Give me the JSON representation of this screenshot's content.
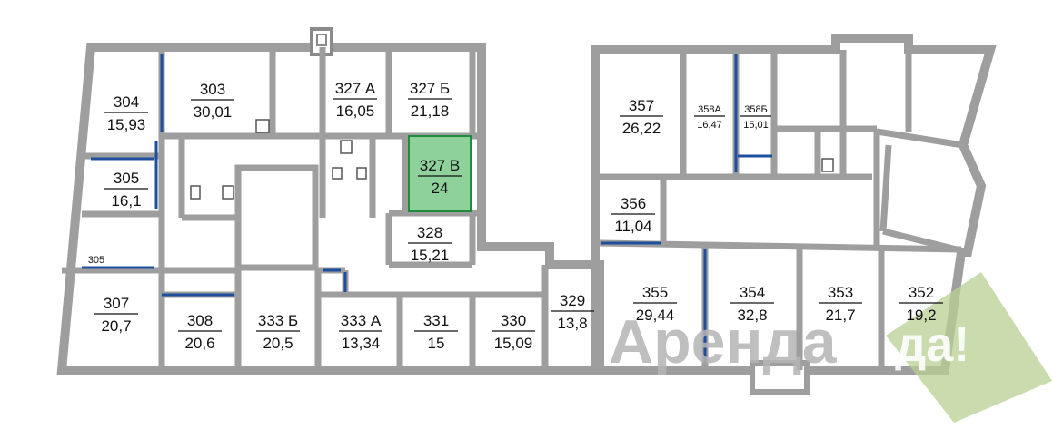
{
  "colors": {
    "wall": "#9e9e9e",
    "wall_stroke": "#6e6e6e",
    "partition_blue": "#1e4f9c",
    "highlight_fill": "#8fd19b",
    "highlight_stroke": "#1e8c3a",
    "watermark_gray": "#b5b5b5",
    "watermark_green": "#b8cf93"
  },
  "rooms": [
    {
      "id": "304",
      "number": "304",
      "area": "15,93"
    },
    {
      "id": "303",
      "number": "303",
      "area": "30,01"
    },
    {
      "id": "327a",
      "number": "327 А",
      "area": "16,05"
    },
    {
      "id": "327b",
      "number": "327 Б",
      "area": "21,18"
    },
    {
      "id": "327v",
      "number": "327 В",
      "area": "24",
      "highlighted": true
    },
    {
      "id": "305",
      "number": "305",
      "area": "16,1"
    },
    {
      "id": "305s",
      "number": "305",
      "area": ""
    },
    {
      "id": "328",
      "number": "328",
      "area": "15,21"
    },
    {
      "id": "357",
      "number": "357",
      "area": "26,22"
    },
    {
      "id": "358a",
      "number": "358А",
      "area": "16,47"
    },
    {
      "id": "358b",
      "number": "358Б",
      "area": "15,01"
    },
    {
      "id": "356",
      "number": "356",
      "area": "11,04"
    },
    {
      "id": "307",
      "number": "307",
      "area": "20,7"
    },
    {
      "id": "308",
      "number": "308",
      "area": "20,6"
    },
    {
      "id": "333b",
      "number": "333 Б",
      "area": "20,5"
    },
    {
      "id": "333a",
      "number": "333 А",
      "area": "13,34"
    },
    {
      "id": "331",
      "number": "331",
      "area": "15"
    },
    {
      "id": "330",
      "number": "330",
      "area": "15,09"
    },
    {
      "id": "329",
      "number": "329",
      "area": "13,8"
    },
    {
      "id": "355",
      "number": "355",
      "area": "29,44"
    },
    {
      "id": "354",
      "number": "354",
      "area": "32,8"
    },
    {
      "id": "353",
      "number": "353",
      "area": "21,7"
    },
    {
      "id": "352",
      "number": "352",
      "area": "19,2"
    }
  ],
  "watermark": {
    "text_main": "Аренда",
    "text_badge": "да!"
  }
}
